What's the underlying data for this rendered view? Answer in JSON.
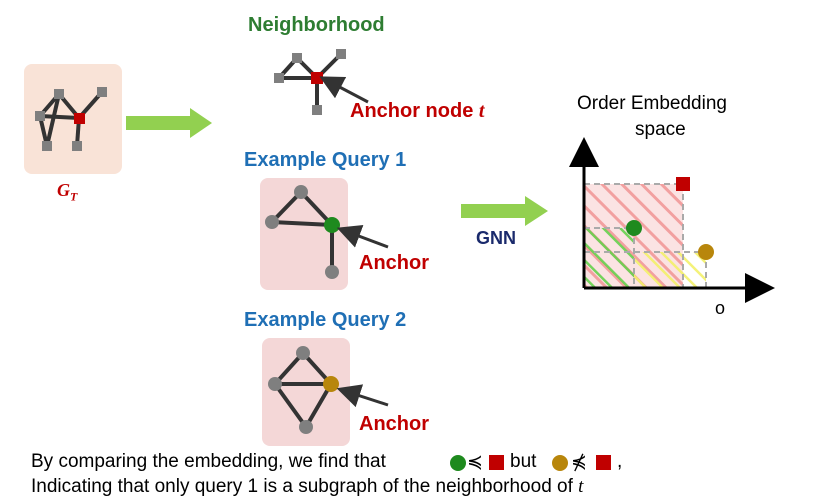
{
  "target_graph": {
    "label_main": "G",
    "label_sub": "T"
  },
  "neighborhood": {
    "title": "Neighborhood",
    "anchor_label_text": "Anchor node ",
    "anchor_label_var": "t"
  },
  "query1": {
    "title": "Example Query 1",
    "anchor_label": "Anchor"
  },
  "query2": {
    "title": "Example Query 2",
    "anchor_label": "Anchor"
  },
  "gnn_label": "GNN",
  "embedding_space": {
    "title_line1": "Order Embedding",
    "title_line2": "space",
    "axis_origin_label": "o"
  },
  "caption": {
    "line1_a": "By comparing the embedding, we find that",
    "line1_b": "but",
    "line1_c": ",",
    "line2_text": "Indicating that only query 1 is a subgraph of the neighborhood of ",
    "line2_var": "t",
    "rel_precedes": "≼",
    "rel_not_precedes": "⋠"
  },
  "colors": {
    "green_node": "#1e8a1e",
    "red_node": "#c00000",
    "gold_node": "#b8860b",
    "gray_node": "#7f7f7f",
    "edge": "#333333",
    "panel_pink": "#f4d7d7",
    "panel_peach": "#f9e3d7",
    "arrow_green": "#92d050"
  }
}
